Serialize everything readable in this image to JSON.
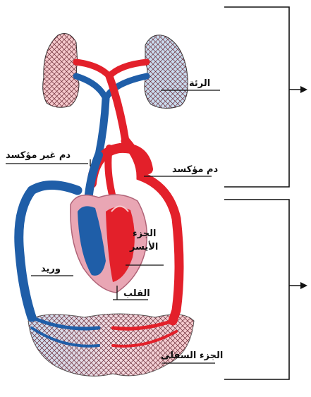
{
  "labels": {
    "lung": "الرئة",
    "deoxygenated_blood": "دم غير مؤكسد",
    "oxygenated_blood": "دم مؤكسد",
    "left_side_line1": "الجزء",
    "left_side_line2": "الأيسر",
    "vein": "وريد",
    "heart": "القلب",
    "lower_body": "الجزء السفلى"
  },
  "colors": {
    "oxygenated": "#e3202a",
    "deoxygenated": "#1f5ea8",
    "heart_wall": "#e9a6b4",
    "lung_oxygenated_tint": "#f6c9cc",
    "lung_deoxygenated_tint": "#c9dcef",
    "bracket": "#111111"
  },
  "icons": [
    "arrow-right-icon",
    "arrow-right-icon"
  ]
}
